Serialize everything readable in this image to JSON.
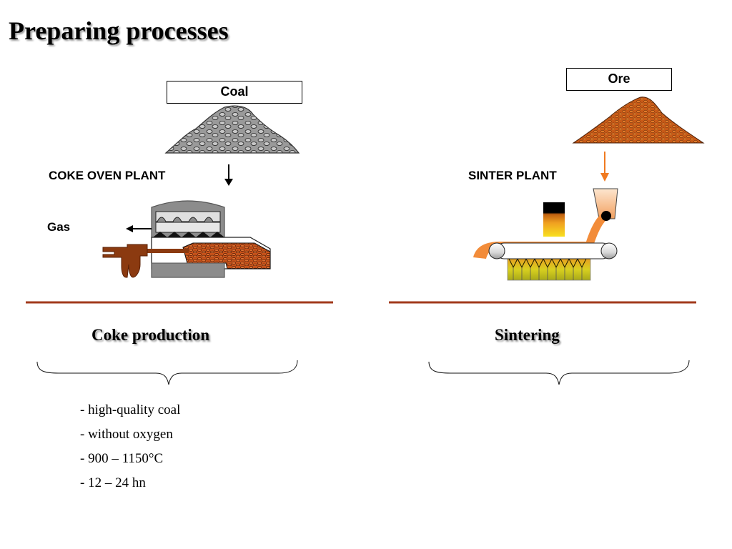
{
  "title": "Preparing processes",
  "labels": {
    "coal": "Coal",
    "ore": "Ore",
    "coke_plant": "COKE OVEN PLANT",
    "sinter_plant": "SINTER PLANT",
    "gas": "Gas"
  },
  "sections": {
    "coke": "Coke production",
    "sinter": "Sintering"
  },
  "coke_notes": [
    "- high-quality coal",
    "- without oxygen",
    "- 900 – 1150°C",
    "- 12 – 24 hn"
  ],
  "colors": {
    "coal": "#9a9a9a",
    "ore": "#d2691e",
    "sinter_orange": "#f28c3a",
    "divider": "#a23a1c"
  }
}
